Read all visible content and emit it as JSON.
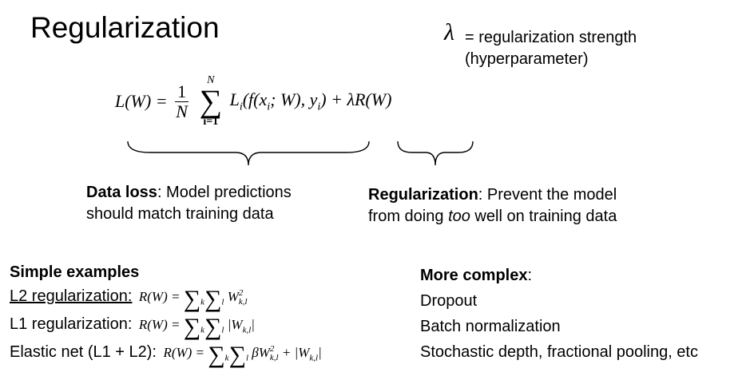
{
  "slide": {
    "title": "Regularization",
    "lambda_symbol": "λ",
    "lambda_desc_line1": "= regularization strength",
    "lambda_desc_line2": "(hyperparameter)",
    "loss_formula": {
      "lhs": "L(W) =",
      "frac_num": "1",
      "frac_den": "N",
      "sum_upper": "N",
      "sum_lower": "i=1",
      "sum_symbol": "∑",
      "body": "L",
      "body_sub": "i",
      "body_args": "(f(x",
      "x_sub": "i",
      "args_mid": "; W), y",
      "y_sub": "i",
      "args_end": ") + λR(W)"
    },
    "data_loss": {
      "bold": "Data loss",
      "rest_line1": ": Model predictions",
      "line2": "should match training data"
    },
    "regularization_desc": {
      "bold": "Regularization",
      "rest_line1": ": Prevent the model",
      "line2_pre": "from doing ",
      "line2_italic": "too",
      "line2_post": " well on training data"
    },
    "simple_examples": {
      "heading": "Simple examples",
      "items": [
        {
          "label": "L2 regularization:",
          "lhs": "R(W) =",
          "sub1": "k",
          "sub2": "l",
          "term": "W",
          "term_sup": "2",
          "term_sub": "k,l"
        },
        {
          "label": "L1 regularization:",
          "lhs": "R(W) =",
          "sub1": "k",
          "sub2": "l",
          "term": "|W",
          "term_sub": "k,l",
          "term_end": "|"
        },
        {
          "label": "Elastic net (L1 + L2):",
          "lhs": "R(W) =",
          "sub1": "k",
          "sub2": "l",
          "term": "βW",
          "term_sup": "2",
          "term_sub": "k,l",
          "term_plus": " + |W",
          "term_sub2": "k,l",
          "term_end": "|"
        }
      ]
    },
    "more_complex": {
      "heading_bold": "More complex",
      "heading_rest": ":",
      "items": [
        "Dropout",
        "Batch normalization",
        "Stochastic depth, fractional pooling, etc"
      ]
    }
  }
}
